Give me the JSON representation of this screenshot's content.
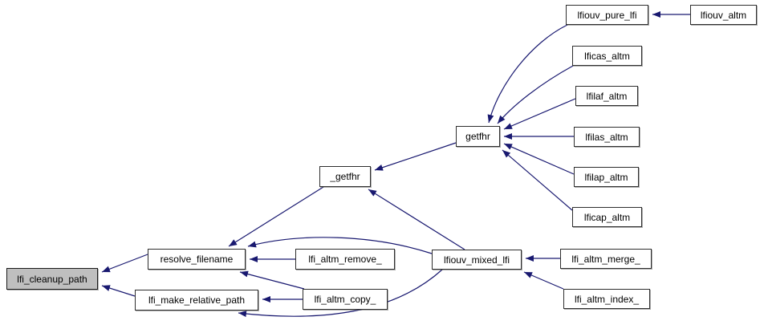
{
  "diagram": {
    "type": "call-graph",
    "colors": {
      "edge": "#191970",
      "node_fill": "#ffffff",
      "node_border": "#2e2e2e",
      "highlight_fill": "#bfbfbf",
      "background": "#ffffff",
      "text": "#000000"
    },
    "nodes": [
      {
        "id": "lfi_cleanup_path",
        "label": "lfi_cleanup_path",
        "highlighted": true
      },
      {
        "id": "resolve_filename",
        "label": "resolve_filename"
      },
      {
        "id": "lfi_make_relative_path",
        "label": "lfi_make_relative_path"
      },
      {
        "id": "lfi_altm_remove_",
        "label": "lfi_altm_remove_"
      },
      {
        "id": "lfi_altm_copy_",
        "label": "lfi_altm_copy_"
      },
      {
        "id": "_getfhr",
        "label": "_getfhr"
      },
      {
        "id": "getfhr",
        "label": "getfhr"
      },
      {
        "id": "lfiouv_mixed_lfi",
        "label": "lfiouv_mixed_lfi"
      },
      {
        "id": "lfiouv_pure_lfi",
        "label": "lfiouv_pure_lfi"
      },
      {
        "id": "lfiouv_altm",
        "label": "lfiouv_altm"
      },
      {
        "id": "lficas_altm",
        "label": "lficas_altm"
      },
      {
        "id": "lfilaf_altm",
        "label": "lfilaf_altm"
      },
      {
        "id": "lfilas_altm",
        "label": "lfilas_altm"
      },
      {
        "id": "lfilap_altm",
        "label": "lfilap_altm"
      },
      {
        "id": "lficap_altm",
        "label": "lficap_altm"
      },
      {
        "id": "lfi_altm_merge_",
        "label": "lfi_altm_merge_"
      },
      {
        "id": "lfi_altm_index_",
        "label": "lfi_altm_index_"
      }
    ],
    "edges": [
      {
        "from": "resolve_filename",
        "to": "lfi_cleanup_path"
      },
      {
        "from": "lfi_make_relative_path",
        "to": "lfi_cleanup_path"
      },
      {
        "from": "_getfhr",
        "to": "resolve_filename"
      },
      {
        "from": "lfi_altm_remove_",
        "to": "resolve_filename"
      },
      {
        "from": "lfi_altm_copy_",
        "to": "resolve_filename"
      },
      {
        "from": "lfiouv_mixed_lfi",
        "to": "resolve_filename"
      },
      {
        "from": "lfi_altm_copy_",
        "to": "lfi_make_relative_path"
      },
      {
        "from": "lfiouv_mixed_lfi",
        "to": "lfi_make_relative_path"
      },
      {
        "from": "getfhr",
        "to": "_getfhr"
      },
      {
        "from": "lfiouv_mixed_lfi",
        "to": "_getfhr"
      },
      {
        "from": "lfiouv_pure_lfi",
        "to": "getfhr"
      },
      {
        "from": "lficas_altm",
        "to": "getfhr"
      },
      {
        "from": "lfilaf_altm",
        "to": "getfhr"
      },
      {
        "from": "lfilas_altm",
        "to": "getfhr"
      },
      {
        "from": "lfilap_altm",
        "to": "getfhr"
      },
      {
        "from": "lficap_altm",
        "to": "getfhr"
      },
      {
        "from": "lfiouv_altm",
        "to": "lfiouv_pure_lfi"
      },
      {
        "from": "lfi_altm_merge_",
        "to": "lfiouv_mixed_lfi"
      },
      {
        "from": "lfi_altm_index_",
        "to": "lfiouv_mixed_lfi"
      }
    ]
  }
}
